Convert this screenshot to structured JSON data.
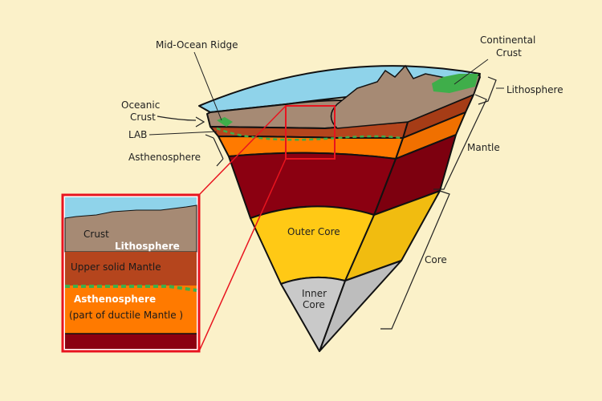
{
  "labels": {
    "mid_ocean_ridge": "Mid-Ocean Ridge",
    "continental_crust_1": "Continental",
    "continental_crust_2": "Crust",
    "oceanic_crust_1": "Oceanic",
    "oceanic_crust_2": "Crust",
    "lab": "LAB",
    "asthenosphere": "Asthenosphere",
    "lithosphere": "Lithosphere",
    "mantle": "Mantle",
    "core": "Core",
    "outer_core": "Outer Core",
    "inner_core_1": "Inner",
    "inner_core_2": "Core"
  },
  "inset": {
    "crust": "Crust",
    "lithosphere": "Lithosphere",
    "upper_solid_mantle": "Upper solid Mantle",
    "asthenosphere": "Asthenosphere",
    "ductile_note": "(part of ductile Mantle )"
  },
  "colors": {
    "background": "#fbf1c9",
    "ocean": "#8fd3ea",
    "crust": "#a68a74",
    "upper_mantle": "#b5451d",
    "asthenosphere": "#ff7a00",
    "lower_mantle": "#8b0011",
    "outer_core": "#ffc915",
    "inner_core": "#c9c9c9",
    "vegetation": "#3fae4a",
    "highlight": "#e8141f"
  }
}
